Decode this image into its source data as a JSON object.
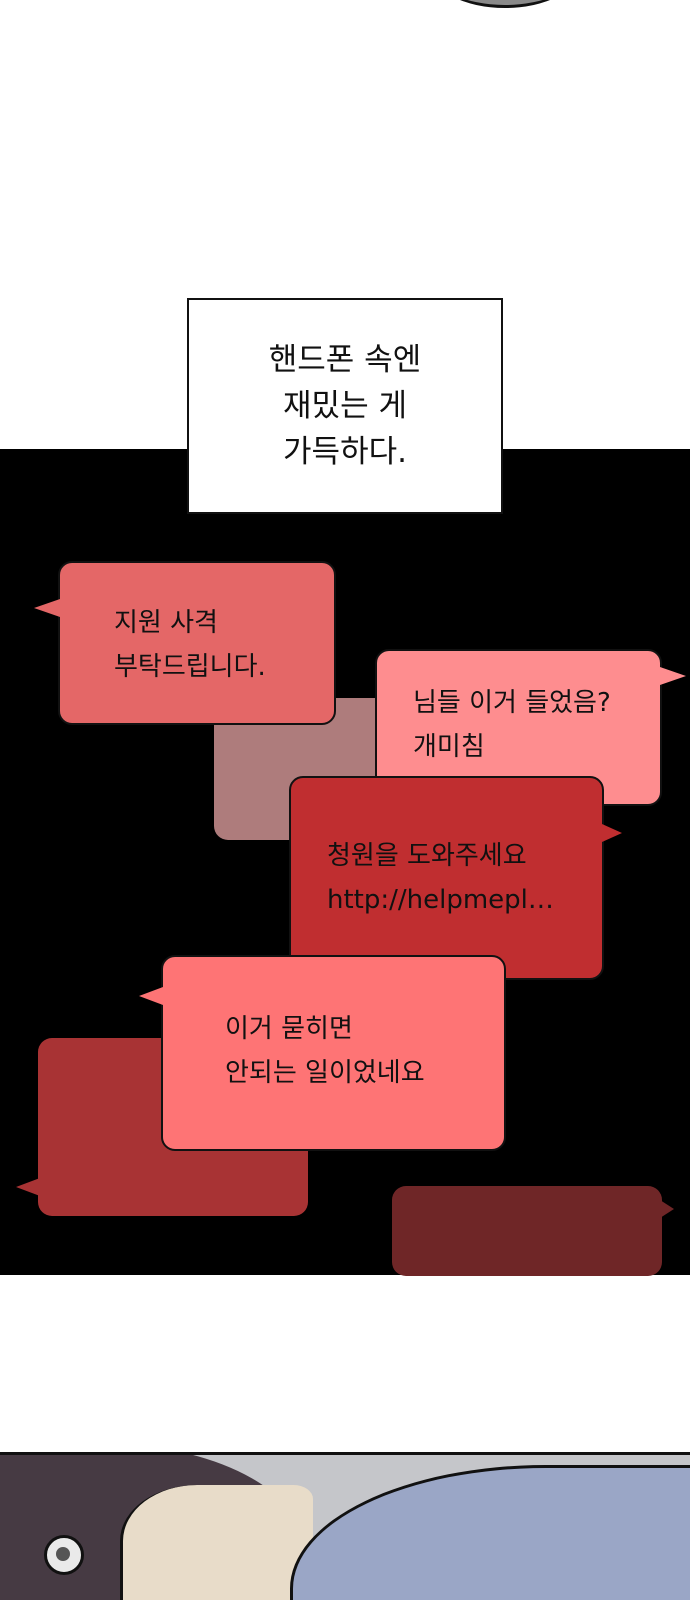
{
  "caption": {
    "text": "핸드폰 속엔\n재밌는 게\n가득하다."
  },
  "bubbles": {
    "coral": {
      "text": "지원 사격\n부탁드립니다.",
      "color": "#e46767"
    },
    "pink": {
      "text": "님들 이거 들었음?\n개미침",
      "color": "#fe8d8f"
    },
    "red": {
      "text": "청원을 도와주세요\nhttp://helpmepl…",
      "color": "#c02e30"
    },
    "salmon": {
      "text": "이거 묻히면\n안되는 일이었네요",
      "color": "#fe7475"
    },
    "dusty": {
      "color": "#ae7c7c"
    },
    "darkred": {
      "color": "#a83334"
    },
    "dark": {
      "color": "#6f2627"
    }
  },
  "colors": {
    "panel": "#000000",
    "background": "#ffffff"
  }
}
